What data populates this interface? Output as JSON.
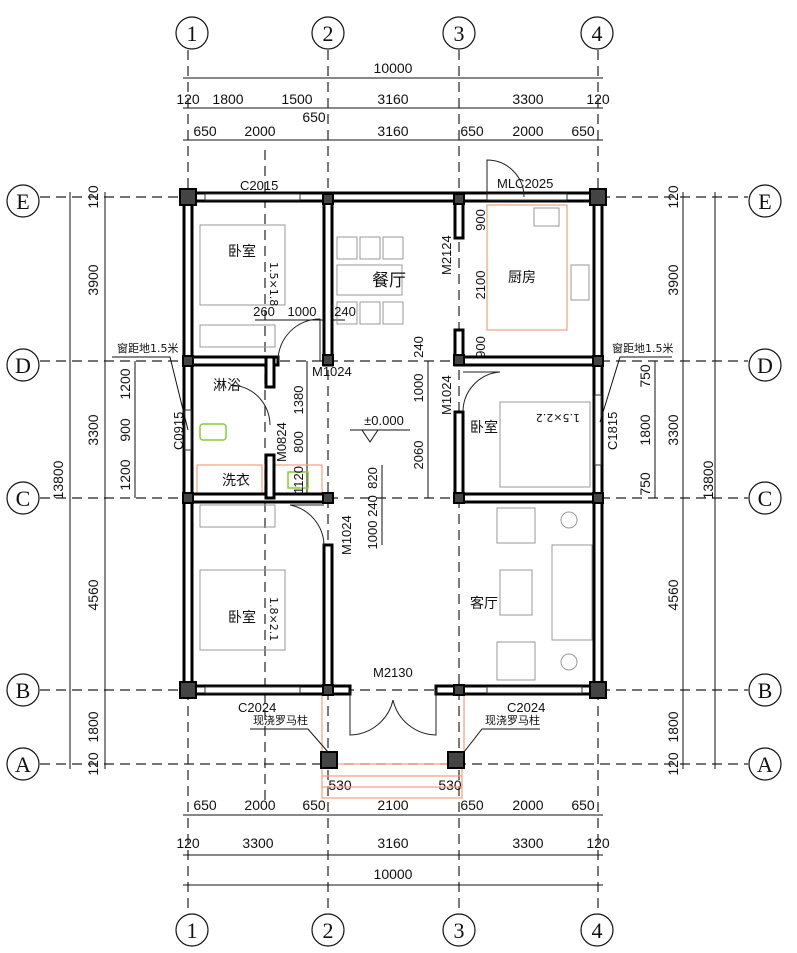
{
  "axes": {
    "cols": [
      "1",
      "2",
      "3",
      "4"
    ],
    "rows": [
      "E",
      "D",
      "C",
      "B",
      "A"
    ]
  },
  "dims_top": {
    "total": "10000",
    "row2": [
      "120",
      "1800",
      "1500",
      "3160",
      "3300",
      "120"
    ],
    "row2_extra": "650",
    "row3": [
      "650",
      "2000",
      "3160",
      "650",
      "2000",
      "650"
    ]
  },
  "dims_bottom": {
    "row1": [
      "650",
      "2000",
      "650",
      "2100",
      "650",
      "2000",
      "650"
    ],
    "porch": [
      "530",
      "530"
    ],
    "row2": [
      "120",
      "3300",
      "3160",
      "3300",
      "120"
    ],
    "total": "10000"
  },
  "dims_left": {
    "main": [
      "120",
      "3900",
      "3300",
      "4560",
      "1800",
      "120"
    ],
    "total": "13800",
    "window": [
      "1200",
      "900",
      "1200"
    ]
  },
  "dims_right": {
    "main": [
      "120",
      "3900",
      "3300",
      "4560",
      "1800",
      "120"
    ],
    "total": "13800",
    "window": [
      "750",
      "1800",
      "750"
    ]
  },
  "dims_interior": {
    "bed_door": [
      "260",
      "1000",
      "240"
    ],
    "bath": [
      "1380",
      "800",
      "1120"
    ],
    "hall_right": [
      "240",
      "1000",
      "2060"
    ],
    "hall_left": [
      "820",
      "240",
      "1000"
    ],
    "kitchen": [
      "900",
      "2100",
      "900"
    ],
    "elevation": "±0.000"
  },
  "rooms": {
    "bedroom_nw": "卧室",
    "dining": "餐厅",
    "kitchen": "厨房",
    "shower": "淋浴",
    "laundry": "洗衣",
    "bedroom_e": "卧室",
    "bedroom_sw": "卧室",
    "living": "客厅"
  },
  "openings": {
    "c2015": "C2015",
    "mlc2025": "MLC2025",
    "m2124": "M2124",
    "m1024_a": "M1024",
    "m1024_b": "M1024",
    "m1024_c": "M1024",
    "m0824": "M0824",
    "c0915": "C0915",
    "c1815": "C1815",
    "c2024_l": "C2024",
    "c2024_r": "C2024",
    "m2130": "M2130"
  },
  "notes": {
    "sill_left": "窗距地1.5米",
    "sill_right": "窗距地1.5米",
    "column_l": "现浇罗马柱",
    "column_r": "现浇罗马柱"
  },
  "furniture_labels": {
    "bed_small": "1.5×1.8",
    "bed_large": "1.8×2.1",
    "bed_e": "1.5×2.2"
  }
}
